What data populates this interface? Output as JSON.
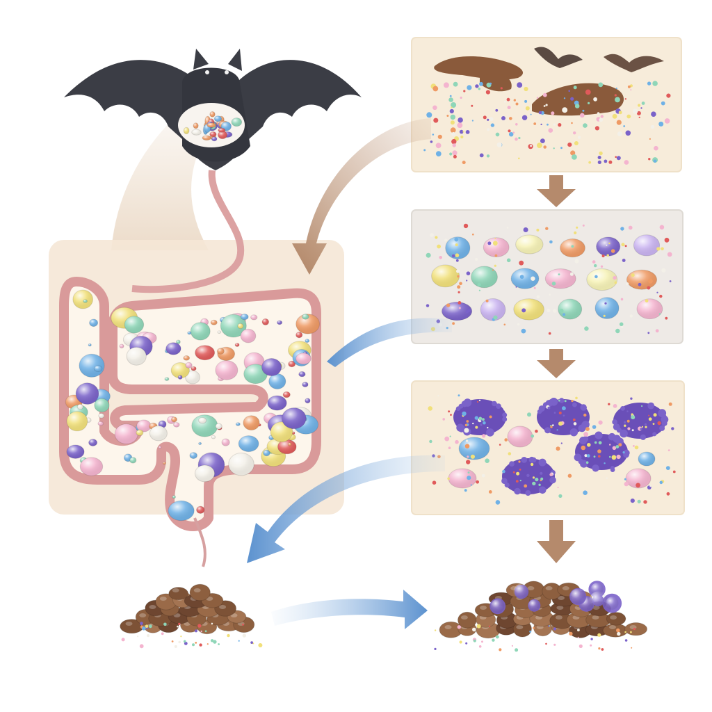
{
  "diagram": {
    "description_text": "",
    "panels": [
      {
        "id": "panel-1",
        "name": "guano-with-bats"
      },
      {
        "id": "panel-2",
        "name": "microbe-cells"
      },
      {
        "id": "panel-3",
        "name": "microbe-clusters"
      }
    ],
    "nodes": [
      "bat",
      "gut",
      "guano-pile-fresh",
      "guano-pile-colonized"
    ],
    "colors": {
      "bat": "#3b3d45",
      "gut_wall": "#d99a9a",
      "panel_bg": "#f7ecda",
      "panel_mid_bg": "#eeeae6",
      "guano": "#8a5a3b",
      "arrow_brown": "#b58a6c",
      "arrow_blue": "#6f9fd1",
      "microbe_purple": "#7a62c9",
      "microbe_blue": "#6fb1e6",
      "microbe_pink": "#f4b4cf",
      "microbe_orange": "#ef9a64",
      "microbe_yellow": "#f1e07a",
      "microbe_green": "#8fd6b8"
    }
  }
}
